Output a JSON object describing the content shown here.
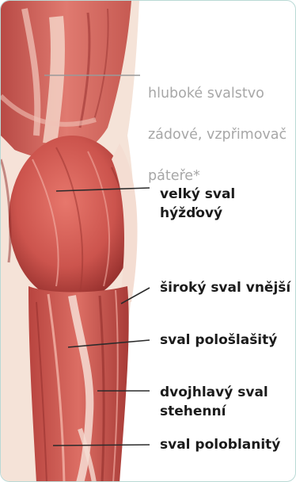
{
  "colors": {
    "muscle": "#c9524c",
    "muscle_dark": "#8f2b2a",
    "muscle_light": "#e88a80",
    "tendon": "#f4ddd2",
    "skin": "#f6e6dc",
    "leader_dark": "#2b2b2b",
    "leader_light": "#9a9a9a",
    "border": "#b9d9d5"
  },
  "labels": [
    {
      "id": "erector",
      "lines": [
        "hluboké svalstvo",
        "zádové, vzpřimovač",
        "páteře*"
      ],
      "style": "light"
    },
    {
      "id": "gluteus",
      "lines": [
        "velký sval",
        "hýžďový"
      ],
      "style": "bold"
    },
    {
      "id": "vastus",
      "lines": [
        "široký sval vnější"
      ],
      "style": "bold"
    },
    {
      "id": "semitendinosus",
      "lines": [
        "sval pološlašitý"
      ],
      "style": "bold"
    },
    {
      "id": "biceps",
      "lines": [
        "dvojhlavý sval",
        "stehenní"
      ],
      "style": "bold"
    },
    {
      "id": "semimembranosus",
      "lines": [
        "sval poloblanitý"
      ],
      "style": "bold"
    }
  ]
}
